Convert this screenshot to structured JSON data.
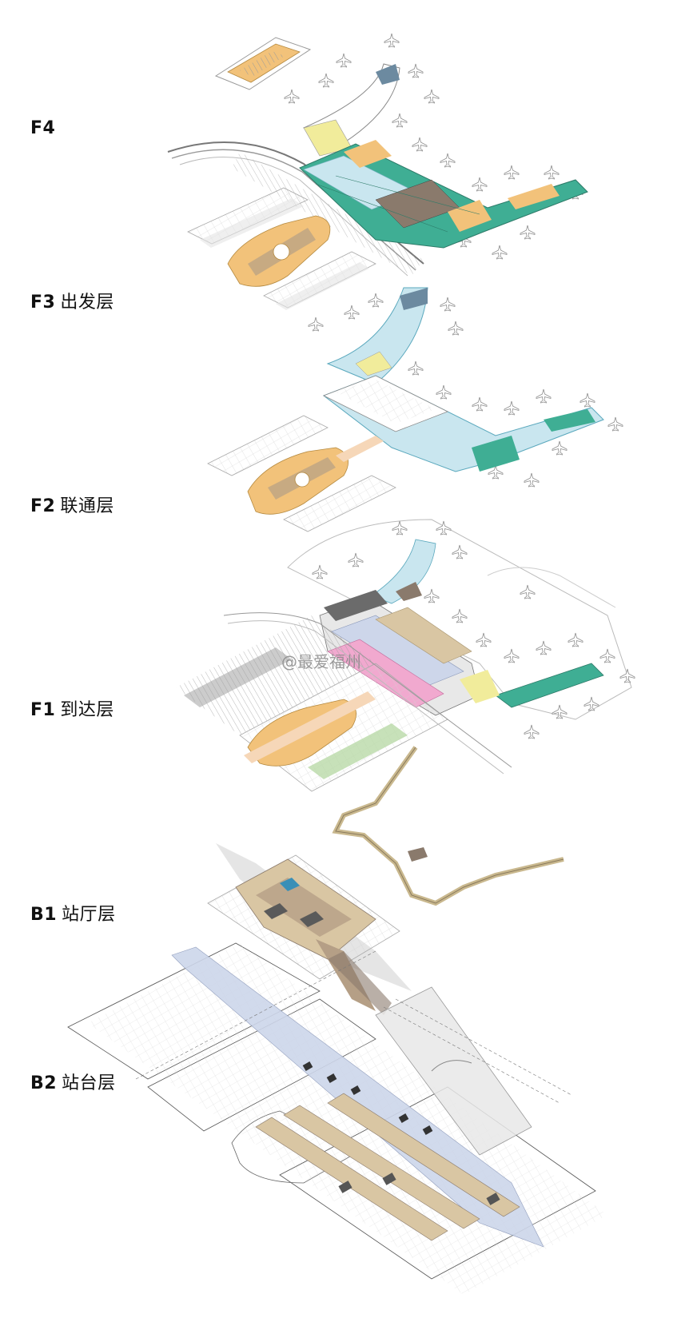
{
  "floors": [
    {
      "code": "F4",
      "name": ""
    },
    {
      "code": "F3",
      "name": "出发层"
    },
    {
      "code": "F2",
      "name": "联通层"
    },
    {
      "code": "F1",
      "name": "到达层"
    },
    {
      "code": "B1",
      "name": "站厅层"
    },
    {
      "code": "B2",
      "name": "站台层"
    }
  ],
  "watermark": "@最爱福州",
  "colors": {
    "teal": "#3fae94",
    "light_blue": "#c9e6ef",
    "orange": "#f2c27a",
    "peach": "#f6d7b8",
    "pink": "#f1a9cf",
    "tan": "#d9c6a3",
    "grey": "#cfcfcf",
    "lavender": "#cdd6ea",
    "brown": "#b59f86"
  }
}
